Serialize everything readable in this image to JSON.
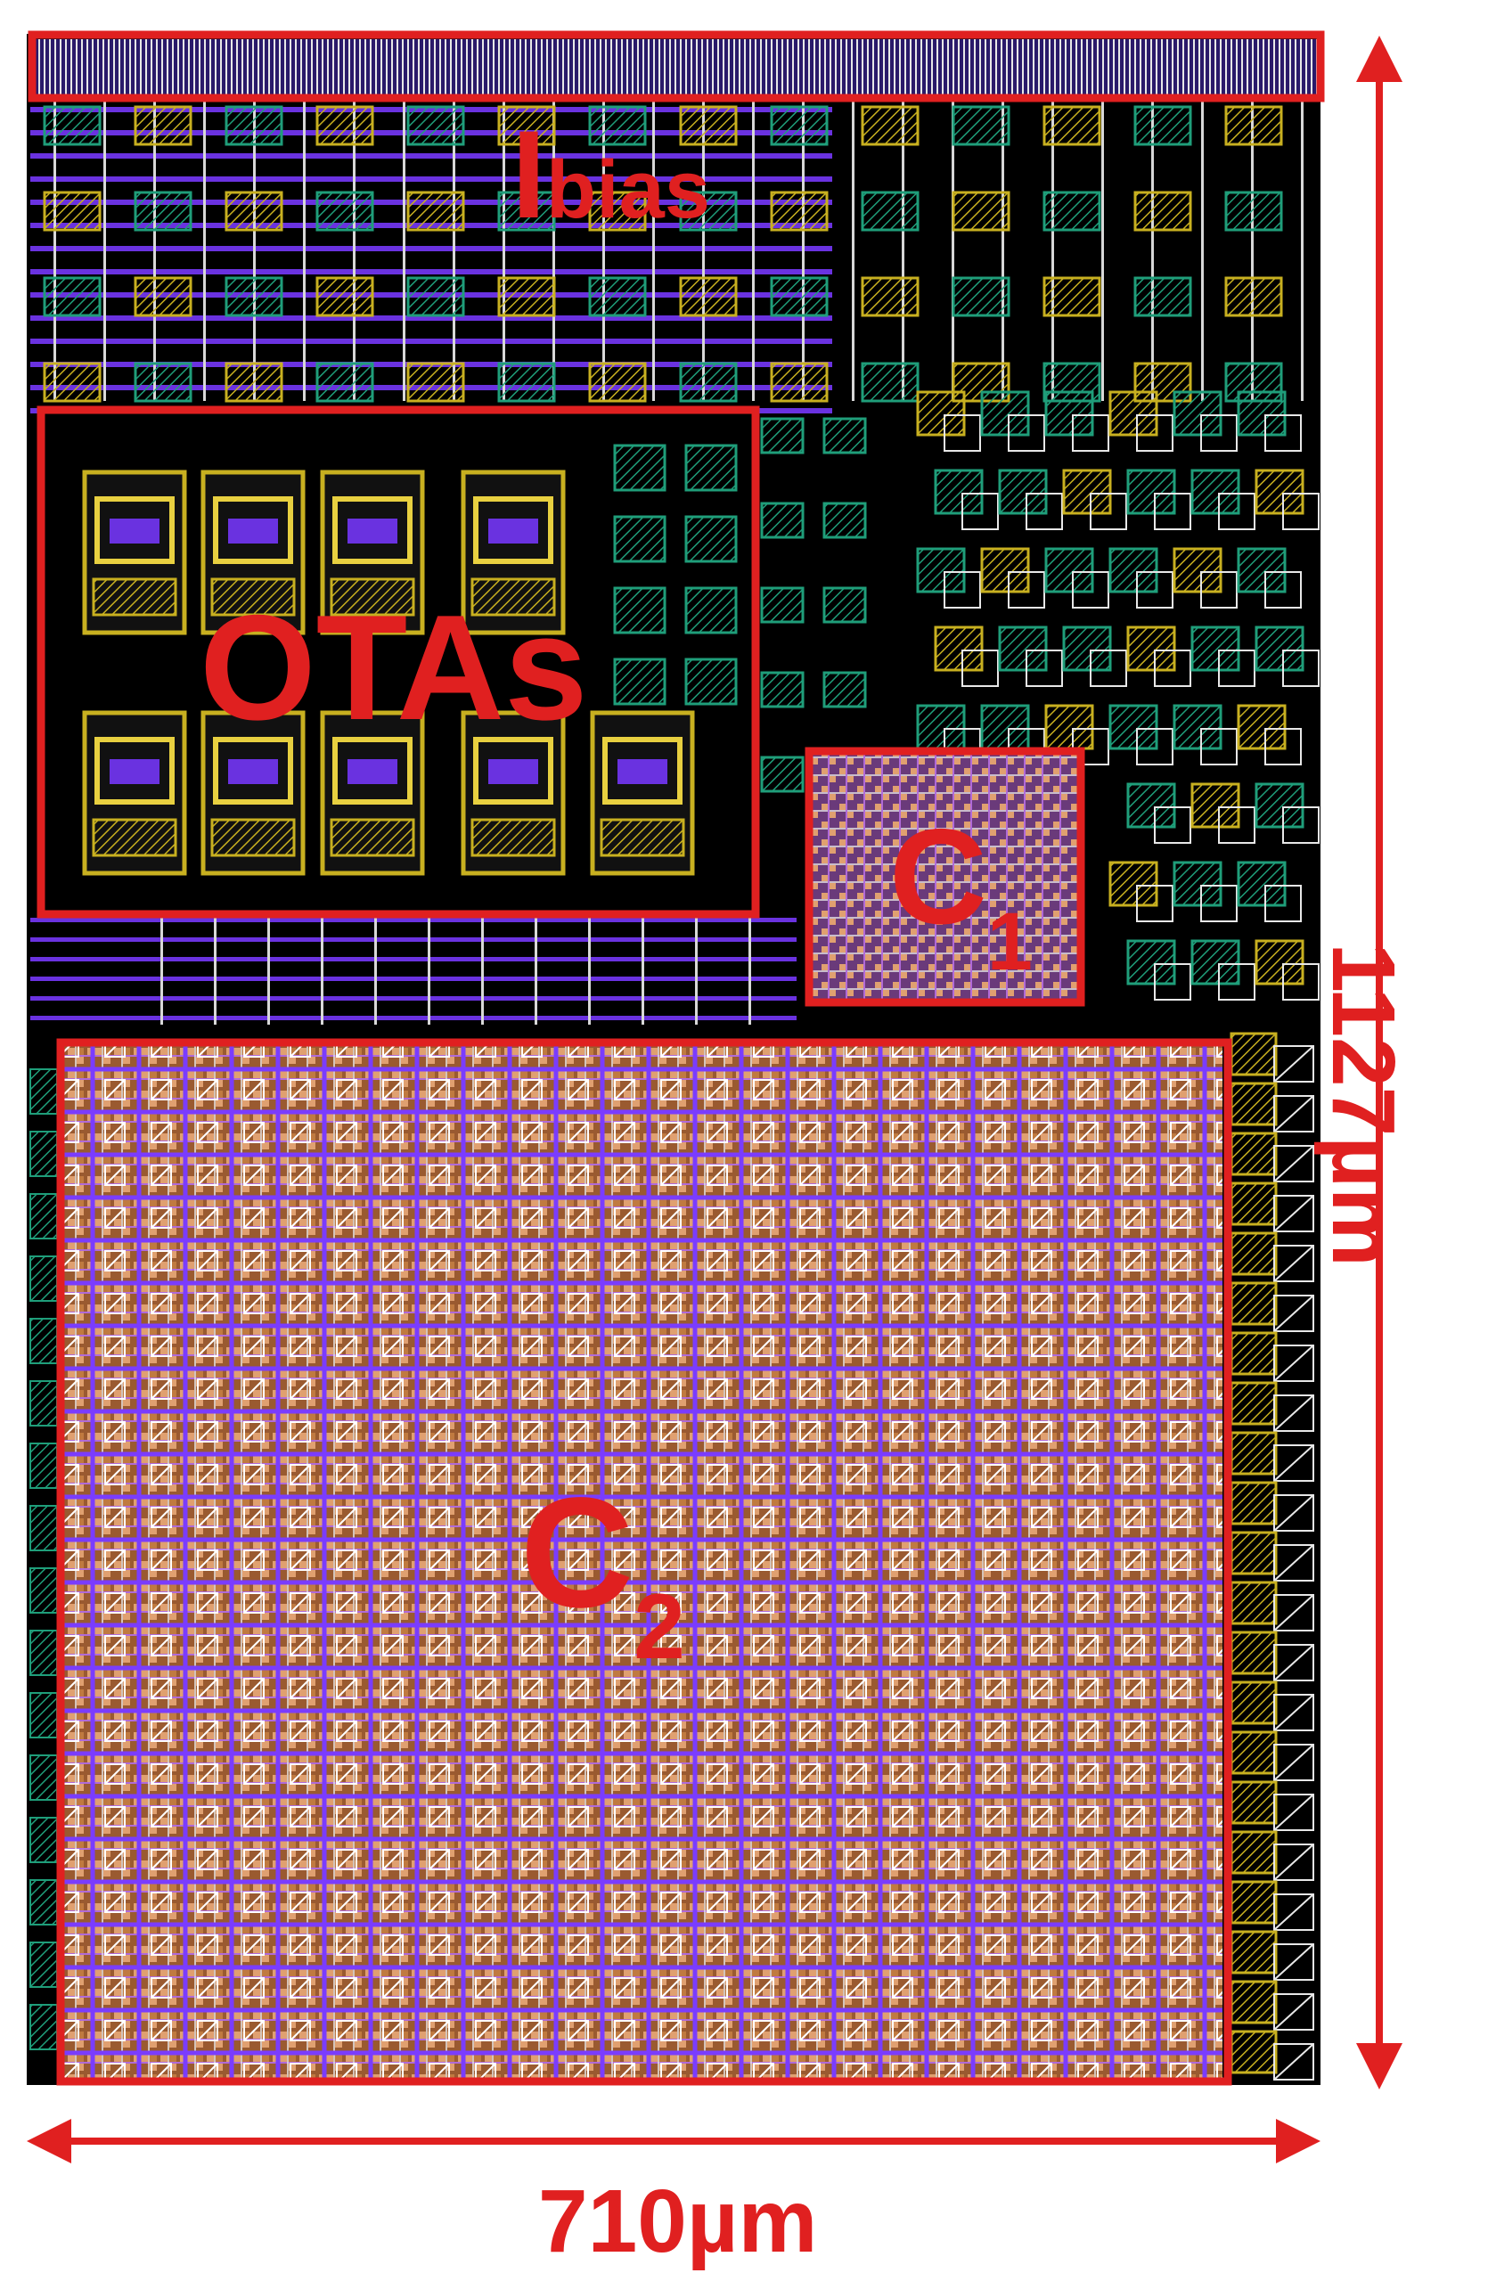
{
  "colors": {
    "annotation": "#e02020",
    "background": "#000000",
    "metal_green": "#1f9e7a",
    "metal_yellow": "#c8b020",
    "metal_purple": "#7a3cff",
    "metal_white": "#e8e8e8",
    "capacitor_fill": "#c07a40",
    "capacitor_grid": "#b06ad8"
  },
  "blocks": {
    "ibias": {
      "main": "I",
      "sub": "bias"
    },
    "otas": {
      "label": "OTAs"
    },
    "c1": {
      "main": "C",
      "sub": "1"
    },
    "c2": {
      "main": "C",
      "sub": "2"
    }
  },
  "dimensions": {
    "width_label": "710µm",
    "height_label": "1127µm"
  }
}
